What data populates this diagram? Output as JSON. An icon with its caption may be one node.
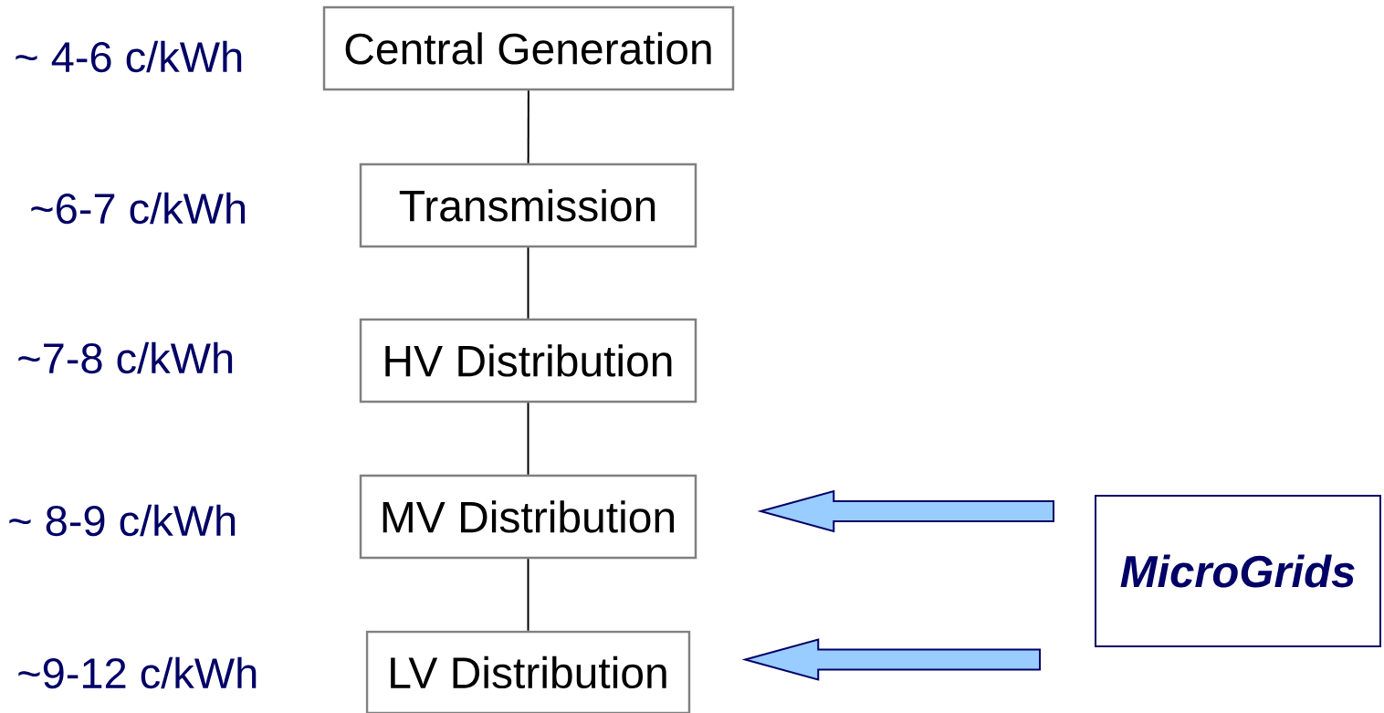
{
  "diagram": {
    "nodes": [
      {
        "text": [
          "Central Generation"
        ]
      },
      {
        "text": [
          "Transmission"
        ]
      },
      {
        "text": [
          "HV Distribution"
        ]
      },
      {
        "text": [
          "MV Distribution"
        ]
      },
      {
        "text": [
          "LV Distribution"
        ]
      },
      {
        "text": [
          "MicroGrids"
        ]
      }
    ],
    "edges": [
      {
        "from": 0,
        "to": 1,
        "arrow": "none"
      },
      {
        "from": 1,
        "to": 2,
        "arrow": "none"
      },
      {
        "from": 2,
        "to": 3,
        "arrow": "none"
      },
      {
        "from": 3,
        "to": 4,
        "arrow": "none"
      },
      {
        "from": 5,
        "to": 3,
        "arrow": "to",
        "style": "thick",
        "color": "#99ccff"
      },
      {
        "from": 5,
        "to": 4,
        "arrow": "to",
        "style": "thick",
        "color": "#99ccff"
      }
    ],
    "labels": [
      "~ 4-6 c/kWh",
      "~6-7 c/kWh",
      "~7-8 c/kWh",
      "~ 8-9 c/kWh",
      "~9-12 c/kWh"
    ]
  }
}
